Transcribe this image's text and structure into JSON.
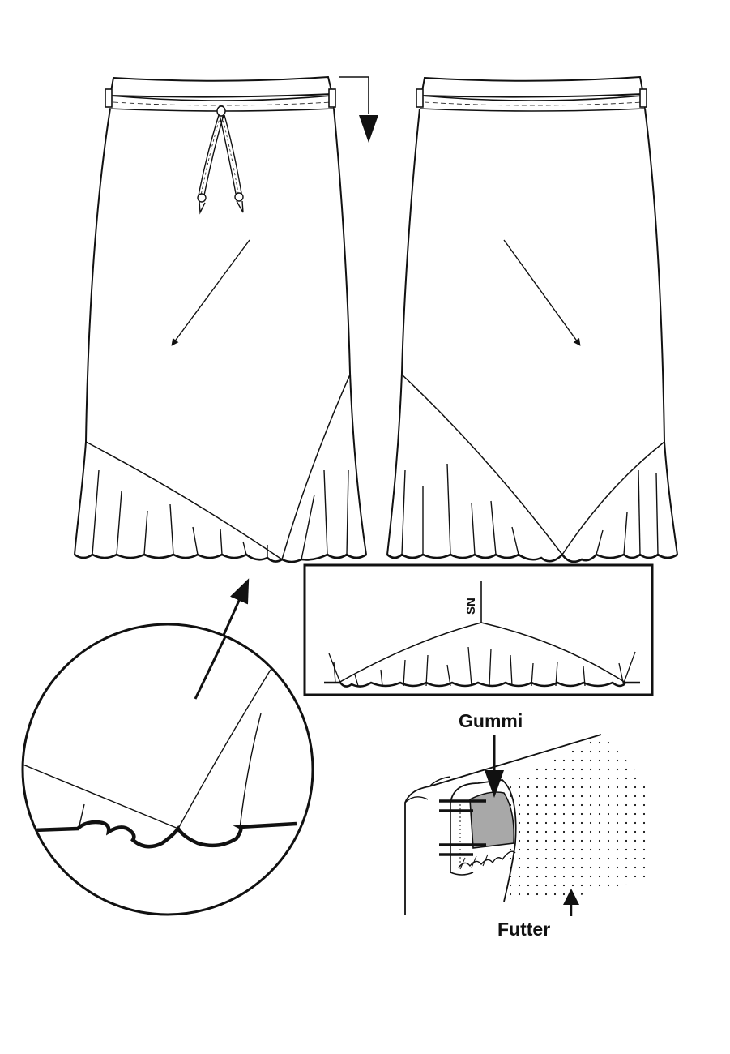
{
  "labels": {
    "seam_mark": "SN",
    "elastic": "Gummi",
    "lining": "Futter"
  },
  "colors": {
    "ink": "#111111",
    "paper": "#ffffff",
    "elastic_fill": "#a8a8a8"
  }
}
